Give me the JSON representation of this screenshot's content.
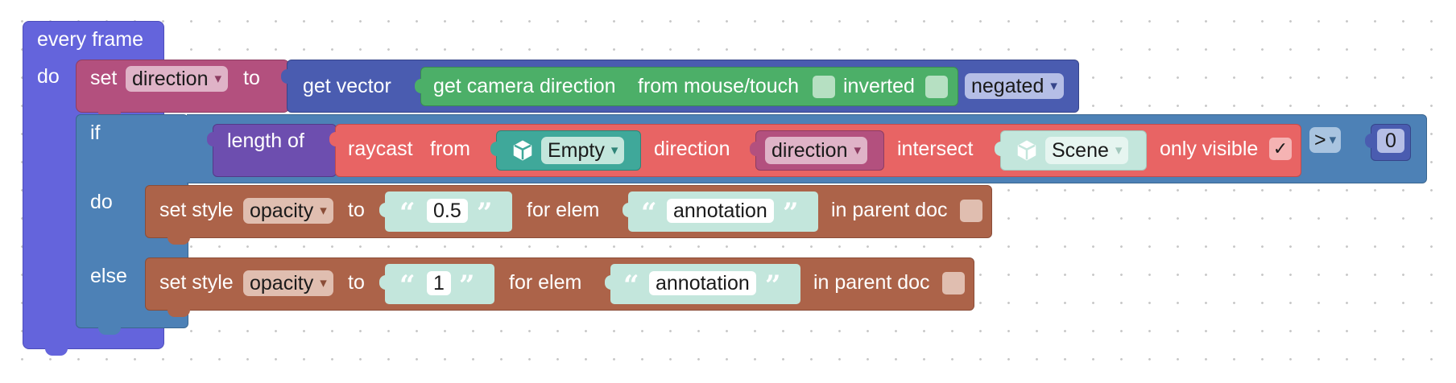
{
  "colors": {
    "event": "#6464dc",
    "variables": "#b3507e",
    "vector": "#4a5cb0",
    "camera": "#4caf68",
    "logic": "#4d81b6",
    "math": "#6d4eaf",
    "raycast": "#e86464",
    "object": "#3fa89a",
    "style": "#ac6349",
    "text": "#c3e6dc"
  },
  "every_frame": {
    "title": "every frame",
    "do_label": "do"
  },
  "set_var": {
    "set_label": "set",
    "variable": "direction",
    "to_label": "to"
  },
  "get_vector": {
    "label": "get vector",
    "option": "negated"
  },
  "camera_direction": {
    "label": "get camera direction",
    "mouse_label": "from mouse/touch",
    "inverted_label": "inverted"
  },
  "if_block": {
    "if_label": "if",
    "do_label": "do",
    "else_label": "else"
  },
  "length_of": {
    "label": "length of"
  },
  "raycast": {
    "label": "raycast",
    "from_label": "from",
    "from_object": "Empty",
    "direction_label": "direction",
    "direction_var": "direction",
    "intersect_label": "intersect",
    "intersect_object": "Scene",
    "only_visible_label": "only visible",
    "only_visible_check": "✓"
  },
  "compare": {
    "operator": ">",
    "value": "0"
  },
  "set_style_1": {
    "label": "set style",
    "property": "opacity",
    "to_label": "to",
    "value": "0.5",
    "for_elem_label": "for elem",
    "elem": "annotation",
    "parent_label": "in parent doc"
  },
  "set_style_2": {
    "label": "set style",
    "property": "opacity",
    "to_label": "to",
    "value": "1",
    "for_elem_label": "for elem",
    "elem": "annotation",
    "parent_label": "in parent doc"
  },
  "icons": {
    "dropdown": "▾",
    "open_quote": "“",
    "close_quote": "”",
    "object": "cube-icon"
  }
}
